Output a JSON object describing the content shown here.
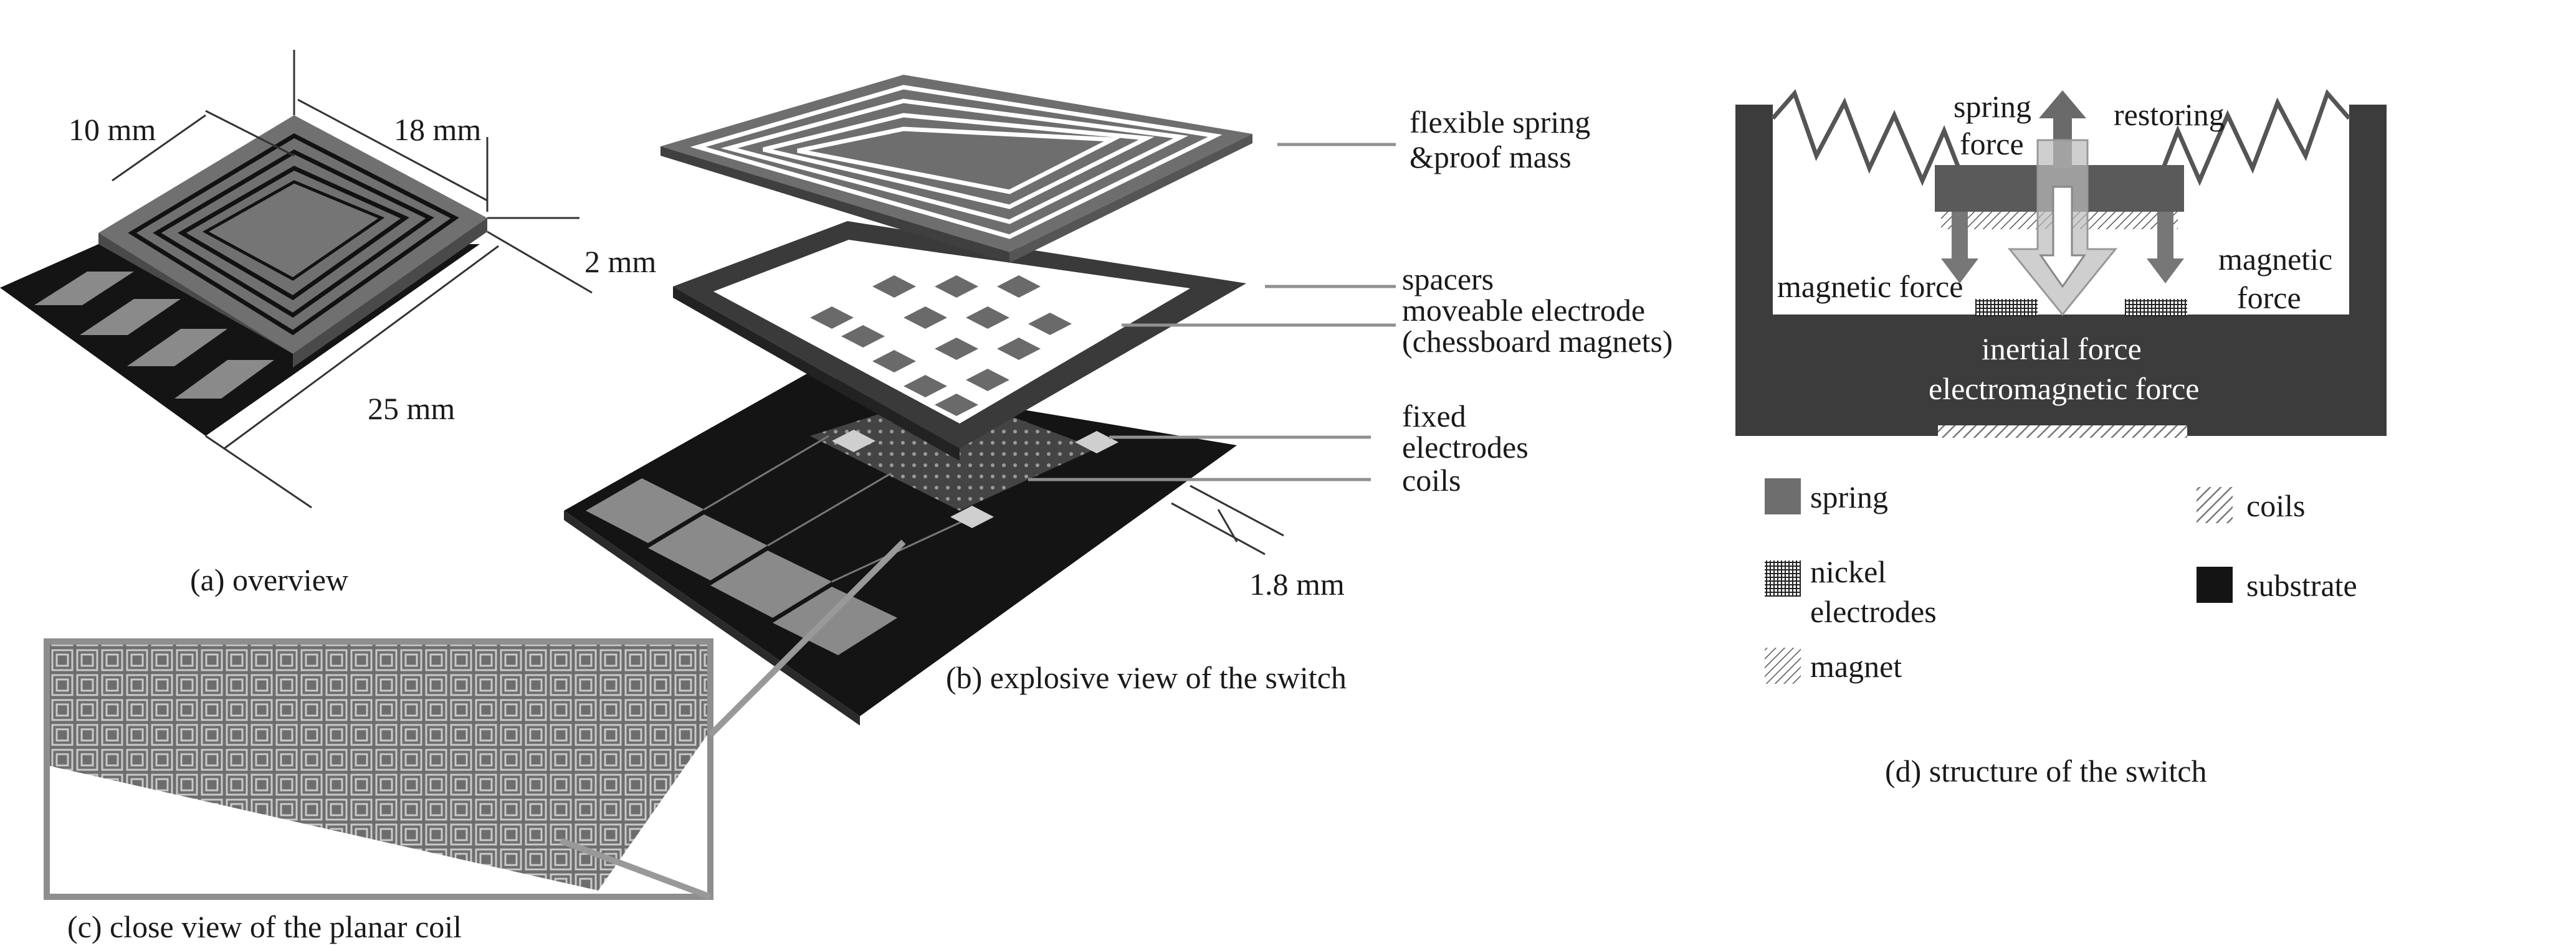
{
  "panel_a": {
    "caption": "(a) overview",
    "dim_width_inner": "10 mm",
    "dim_width_outer": "18 mm",
    "dim_thickness": "2 mm",
    "dim_base": "25 mm"
  },
  "panel_b": {
    "caption": "(b) explosive view of the switch",
    "label_spring_1": "flexible spring",
    "label_spring_2": "&proof mass",
    "label_spacers": "spacers",
    "label_moveable": "moveable electrode",
    "label_magnets": "(chessboard magnets)",
    "label_fixed_1": "fixed",
    "label_fixed_2": "electrodes",
    "label_coils": "coils",
    "dim_gap": "1.8 mm"
  },
  "panel_c": {
    "caption": "(c) close view of the planar coil"
  },
  "panel_d": {
    "caption": "(d) structure of the switch",
    "spring_force_1": "spring",
    "spring_force_2": "force",
    "restoring": "restoring",
    "magnetic_force_left": "magnetic force",
    "magnetic_force_right_1": "magnetic",
    "magnetic_force_right_2": "force",
    "inertial_force": "inertial force",
    "electromagnetic_force": "electromagnetic force",
    "legend": {
      "spring": "spring",
      "coils": "coils",
      "nickel_1": "nickel",
      "nickel_2": "electrodes",
      "substrate": "substrate",
      "magnet": "magnet"
    }
  },
  "colors": {
    "spring": "#6e6e6e",
    "substrate": "#141414",
    "base_dark": "#3c3c3c",
    "proof_mass": "#5a5a5a",
    "line": "#909090"
  }
}
